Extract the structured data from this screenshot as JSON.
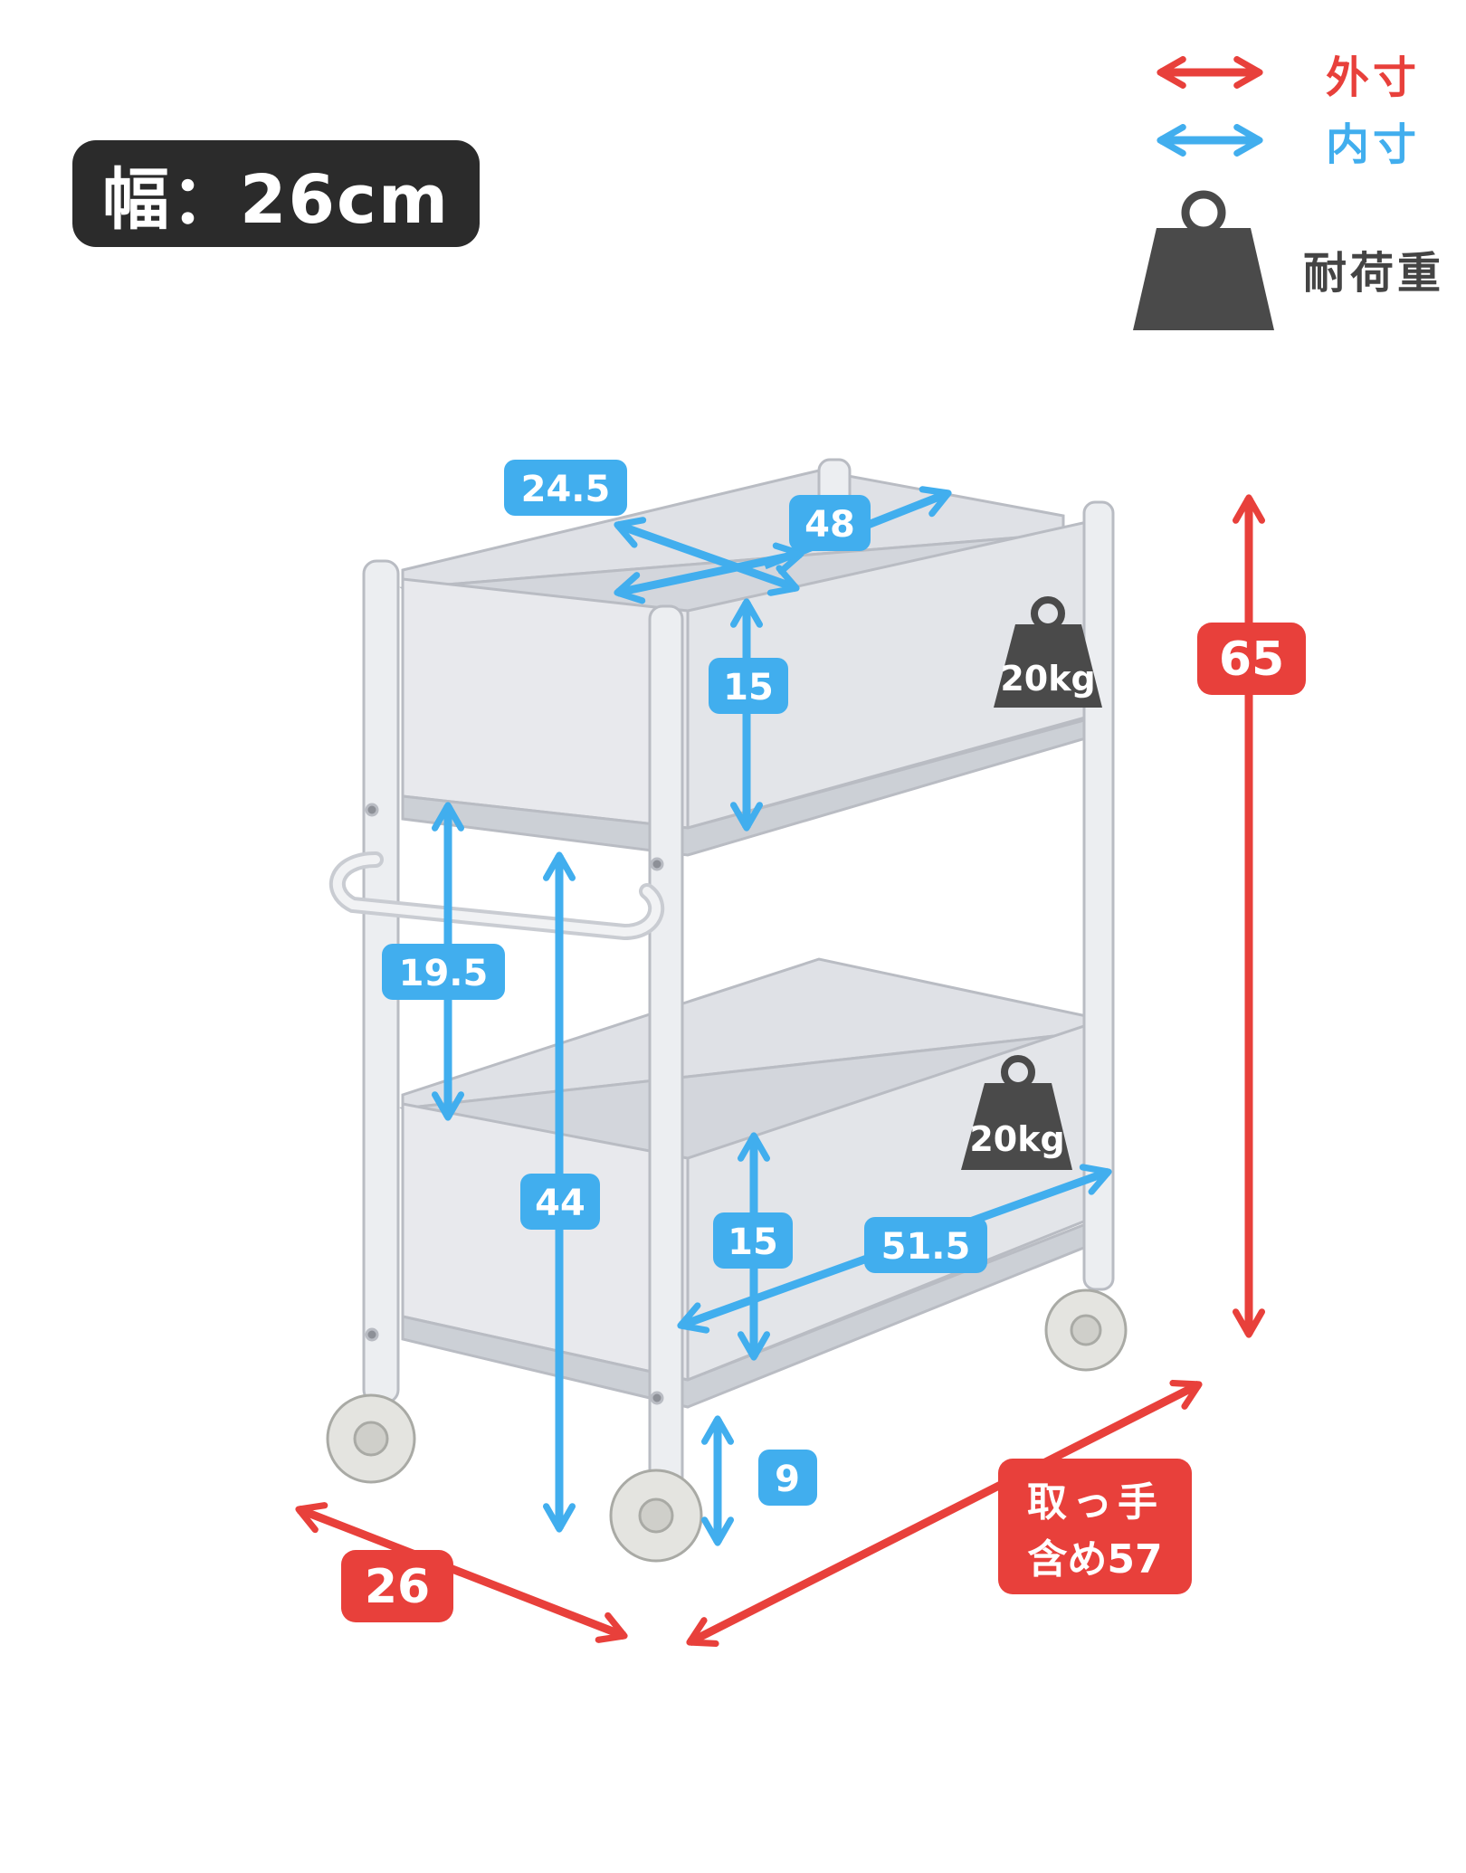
{
  "width_badge": "幅：26cm",
  "legend": {
    "outer_label": "外寸",
    "inner_label": "内寸",
    "load_label": "耐荷重"
  },
  "colors": {
    "outer": "#e8403b",
    "inner": "#41aeee",
    "weight": "#4a4a4a",
    "badge": "#2b2b2b"
  },
  "icons": [
    "double-arrow-icon",
    "weight-icon"
  ],
  "dimensions": {
    "inner_depth_top": "24.5",
    "inner_width_top": "48",
    "inner_height_top": "15",
    "shelf_gap": "19.5",
    "floor_to_shelf": "44",
    "inner_height_bottom": "15",
    "inner_width_bottom": "51.5",
    "ground_clearance": "9",
    "outer_height": "65",
    "outer_depth": "26",
    "outer_width_line1": "取っ手",
    "outer_width_line2": "含め57"
  },
  "load": {
    "top_shelf": "20kg",
    "bottom_shelf": "20kg"
  }
}
